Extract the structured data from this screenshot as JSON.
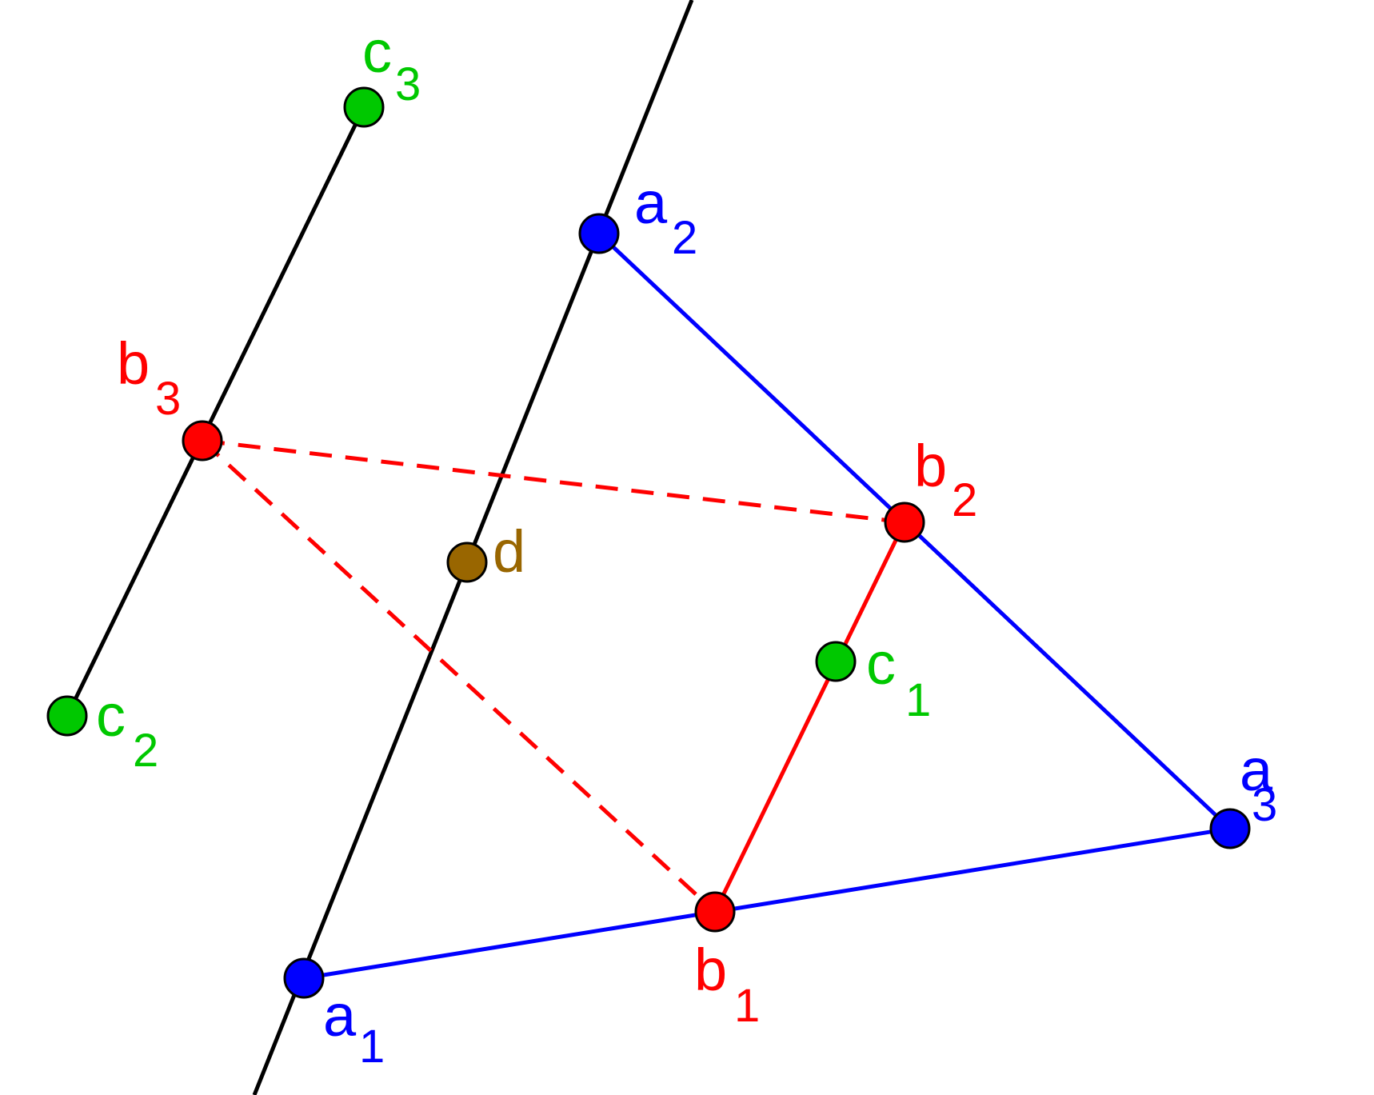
{
  "colors": {
    "line": "#000000",
    "triangle_a": "#0000ff",
    "triangle_b": "#ff0000",
    "points_c": "#00c800",
    "point_d": "#996600",
    "point_outline": "#000000",
    "background": "#ffffff"
  },
  "points": [
    {
      "id": "a1",
      "name": "a",
      "sub": "1",
      "color": "#0000ff"
    },
    {
      "id": "a2",
      "name": "a",
      "sub": "2",
      "color": "#0000ff"
    },
    {
      "id": "a3",
      "name": "a",
      "sub": "3",
      "color": "#0000ff"
    },
    {
      "id": "b1",
      "name": "b",
      "sub": "1",
      "color": "#ff0000"
    },
    {
      "id": "b2",
      "name": "b",
      "sub": "2",
      "color": "#ff0000"
    },
    {
      "id": "b3",
      "name": "b",
      "sub": "3",
      "color": "#ff0000"
    },
    {
      "id": "c1",
      "name": "c",
      "sub": "1",
      "color": "#00c800"
    },
    {
      "id": "c2",
      "name": "c",
      "sub": "2",
      "color": "#00c800"
    },
    {
      "id": "c3",
      "name": "c",
      "sub": "3",
      "color": "#00c800"
    },
    {
      "id": "d",
      "name": "d",
      "sub": "",
      "color": "#996600"
    }
  ],
  "segments": [
    {
      "id": "line-through-a1-a2",
      "from": "line_bottom",
      "to": "line_top",
      "color": "#000000",
      "style": "solid"
    },
    {
      "id": "segment-c2-c3",
      "from": "c2",
      "to": "c3",
      "color": "#000000",
      "style": "solid"
    },
    {
      "id": "segment-a1-a3",
      "from": "a1",
      "to": "a3",
      "color": "#0000ff",
      "style": "solid"
    },
    {
      "id": "segment-a2-a3",
      "from": "a2",
      "to": "a3",
      "color": "#0000ff",
      "style": "solid"
    },
    {
      "id": "segment-b1-b2",
      "from": "b1",
      "to": "b2",
      "color": "#ff0000",
      "style": "solid"
    },
    {
      "id": "segment-b3-b2",
      "from": "b3",
      "to": "b2",
      "color": "#ff0000",
      "style": "dashed"
    },
    {
      "id": "segment-b3-b1",
      "from": "b3",
      "to": "b1",
      "color": "#ff0000",
      "style": "dashed"
    }
  ]
}
